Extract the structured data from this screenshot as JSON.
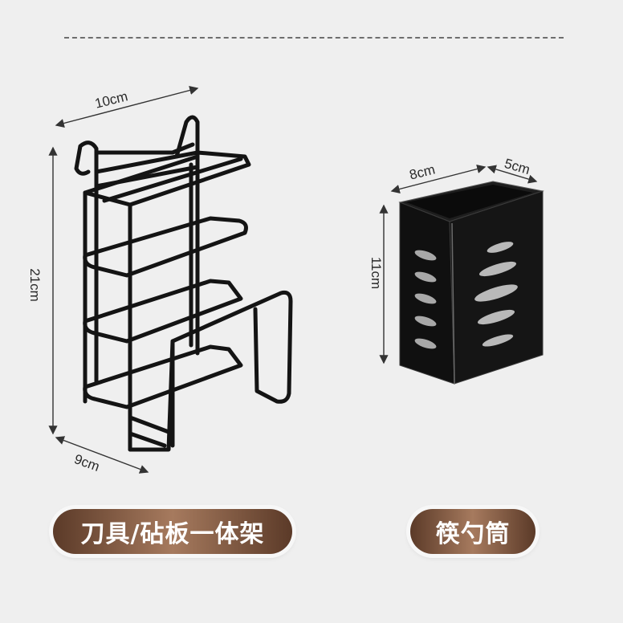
{
  "dims": {
    "rack_width": "10cm",
    "rack_height": "21cm",
    "rack_depth": "9cm",
    "holder_width": "8cm",
    "holder_depth": "5cm",
    "holder_height": "11cm"
  },
  "labels": {
    "rack": "刀具/砧板一体架",
    "holder": "筷勺筒"
  },
  "colors": {
    "background": "#efefef",
    "metal": "#141414",
    "pill_dark": "#5b3a28",
    "pill_light": "#a67a5e"
  }
}
